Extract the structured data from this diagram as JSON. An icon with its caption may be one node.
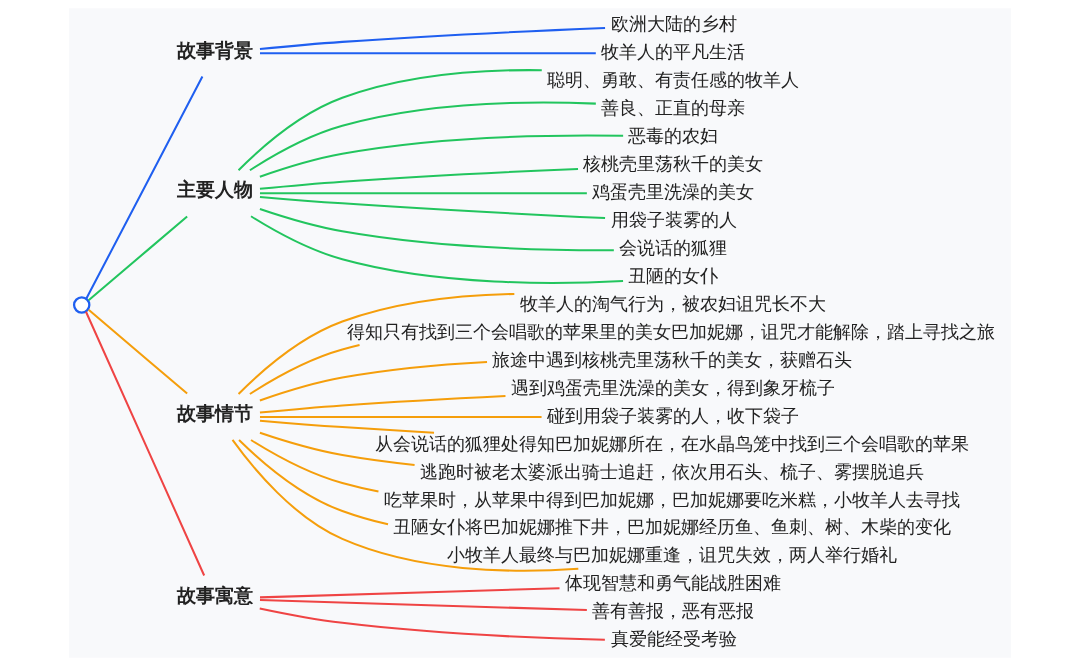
{
  "diagram": {
    "nodes": [
      {
        "text": [],
        "shape": "circle"
      },
      {
        "text": [
          "故事背景"
        ]
      },
      {
        "text": [
          "欧洲大陆的乡村"
        ]
      },
      {
        "text": [
          "牧羊人的平凡生活"
        ]
      },
      {
        "text": [
          "主要人物"
        ]
      },
      {
        "text": [
          "聪明、勇敢、有责任感的牧羊人"
        ]
      },
      {
        "text": [
          "善良、正直的母亲"
        ]
      },
      {
        "text": [
          "恶毒的农妇"
        ]
      },
      {
        "text": [
          "核桃壳里荡秋千的美女"
        ]
      },
      {
        "text": [
          "鸡蛋壳里洗澡的美女"
        ]
      },
      {
        "text": [
          "用袋子装雾的人"
        ]
      },
      {
        "text": [
          "会说话的狐狸"
        ]
      },
      {
        "text": [
          "丑陋的女仆"
        ]
      },
      {
        "text": [
          "故事情节"
        ]
      },
      {
        "text": [
          "牧羊人的淘气行为，被农妇诅咒长不大"
        ]
      },
      {
        "text": [
          "得知只有找到三个会唱歌的苹果里的美女巴加妮娜，诅咒才能解除，踏上寻找之旅"
        ]
      },
      {
        "text": [
          "旅途中遇到核桃壳里荡秋千的美女，获赠石头"
        ]
      },
      {
        "text": [
          "遇到鸡蛋壳里洗澡的美女，得到象牙梳子"
        ]
      },
      {
        "text": [
          "碰到用袋子装雾的人，收下袋子"
        ]
      },
      {
        "text": [
          "从会说话的狐狸处得知巴加妮娜所在，在水晶鸟笼中找到三个会唱歌的苹果"
        ]
      },
      {
        "text": [
          "逃跑时被老太婆派出骑士追赶，依次用石头、梳子、雾摆脱追兵"
        ]
      },
      {
        "text": [
          "吃苹果时，从苹果中得到巴加妮娜，巴加妮娜要吃米糕，小牧羊人去寻找"
        ]
      },
      {
        "text": [
          "丑陋女仆将巴加妮娜推下井，巴加妮娜经历鱼、鱼刺、树、木柴的变化"
        ]
      },
      {
        "text": [
          "小牧羊人最终与巴加妮娜重逢，诅咒失效，两人举行婚礼"
        ]
      },
      {
        "text": [
          "故事寓意"
        ]
      },
      {
        "text": [
          "体现智慧和勇气能战胜困难"
        ]
      },
      {
        "text": [
          "善有善报，恶有恶报"
        ]
      },
      {
        "text": [
          "真爱能经受考验"
        ]
      }
    ],
    "edges": [
      {
        "from": 0,
        "to": 1,
        "arrow": "none",
        "color": "#1f5ff0"
      },
      {
        "from": 1,
        "to": 2,
        "arrow": "none",
        "color": "#1f5ff0"
      },
      {
        "from": 1,
        "to": 3,
        "arrow": "none",
        "color": "#1f5ff0"
      },
      {
        "from": 0,
        "to": 4,
        "arrow": "none",
        "color": "#22c55e"
      },
      {
        "from": 4,
        "to": 5,
        "arrow": "none",
        "color": "#22c55e"
      },
      {
        "from": 4,
        "to": 6,
        "arrow": "none",
        "color": "#22c55e"
      },
      {
        "from": 4,
        "to": 7,
        "arrow": "none",
        "color": "#22c55e"
      },
      {
        "from": 4,
        "to": 8,
        "arrow": "none",
        "color": "#22c55e"
      },
      {
        "from": 4,
        "to": 9,
        "arrow": "none",
        "color": "#22c55e"
      },
      {
        "from": 4,
        "to": 10,
        "arrow": "none",
        "color": "#22c55e"
      },
      {
        "from": 4,
        "to": 11,
        "arrow": "none",
        "color": "#22c55e"
      },
      {
        "from": 4,
        "to": 12,
        "arrow": "none",
        "color": "#22c55e"
      },
      {
        "from": 0,
        "to": 13,
        "arrow": "none",
        "color": "#f59e0b"
      },
      {
        "from": 13,
        "to": 14,
        "arrow": "none",
        "color": "#f59e0b"
      },
      {
        "from": 13,
        "to": 15,
        "arrow": "none",
        "color": "#f59e0b"
      },
      {
        "from": 13,
        "to": 16,
        "arrow": "none",
        "color": "#f59e0b"
      },
      {
        "from": 13,
        "to": 17,
        "arrow": "none",
        "color": "#f59e0b"
      },
      {
        "from": 13,
        "to": 18,
        "arrow": "none",
        "color": "#f59e0b"
      },
      {
        "from": 13,
        "to": 19,
        "arrow": "none",
        "color": "#f59e0b"
      },
      {
        "from": 13,
        "to": 20,
        "arrow": "none",
        "color": "#f59e0b"
      },
      {
        "from": 13,
        "to": 21,
        "arrow": "none",
        "color": "#f59e0b"
      },
      {
        "from": 13,
        "to": 22,
        "arrow": "none",
        "color": "#f59e0b"
      },
      {
        "from": 13,
        "to": 23,
        "arrow": "none",
        "color": "#f59e0b"
      },
      {
        "from": 0,
        "to": 24,
        "arrow": "none",
        "color": "#ef4444"
      },
      {
        "from": 24,
        "to": 25,
        "arrow": "none",
        "color": "#ef4444"
      },
      {
        "from": 24,
        "to": 26,
        "arrow": "none",
        "color": "#ef4444"
      },
      {
        "from": 24,
        "to": 27,
        "arrow": "none",
        "color": "#ef4444"
      }
    ]
  }
}
